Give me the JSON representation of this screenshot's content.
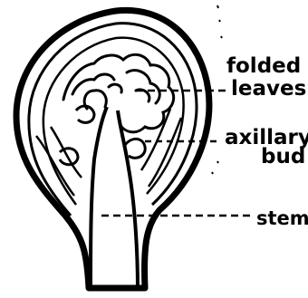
{
  "labels": {
    "folded": "folded",
    "leaves": "leaves",
    "axillary": "axillary",
    "bud": "bud",
    "stem": "stem"
  },
  "colors": {
    "ink": "#000000",
    "paper": "#ffffff"
  }
}
